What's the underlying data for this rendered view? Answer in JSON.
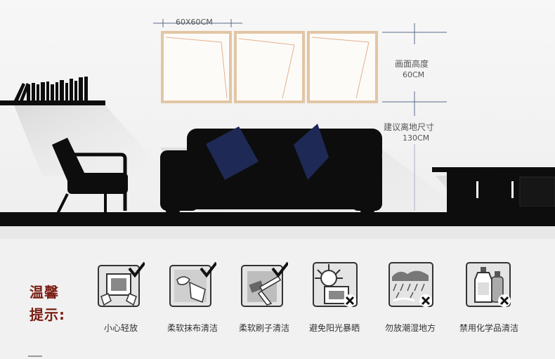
{
  "dimension": {
    "width_label": "60X60CM",
    "height_title": "画面高度",
    "height_value": "60CM",
    "floor_title": "建议离地尺寸",
    "floor_value": "130CM"
  },
  "tips": {
    "title_line1": "温馨",
    "title_line2": "提示:",
    "items": [
      {
        "label": "小心轻放",
        "icon": "hands-frame-icon",
        "mark": "check"
      },
      {
        "label": "柔软抹布清洁",
        "icon": "cloth-wipe-icon",
        "mark": "check"
      },
      {
        "label": "柔软刷子清洁",
        "icon": "brush-icon",
        "mark": "check"
      },
      {
        "label": "避免阳光暴晒",
        "icon": "sun-icon",
        "mark": "cross"
      },
      {
        "label": "勿放潮湿地方",
        "icon": "rain-icon",
        "mark": "cross"
      },
      {
        "label": "禁用化学品清洁",
        "icon": "chemical-bottle-icon",
        "mark": "cross"
      }
    ]
  },
  "colors": {
    "frame": "#e2c6a4",
    "pillow": "#1e2a55",
    "furniture": "#0d0d0d",
    "title_red": "#7a1e14"
  }
}
